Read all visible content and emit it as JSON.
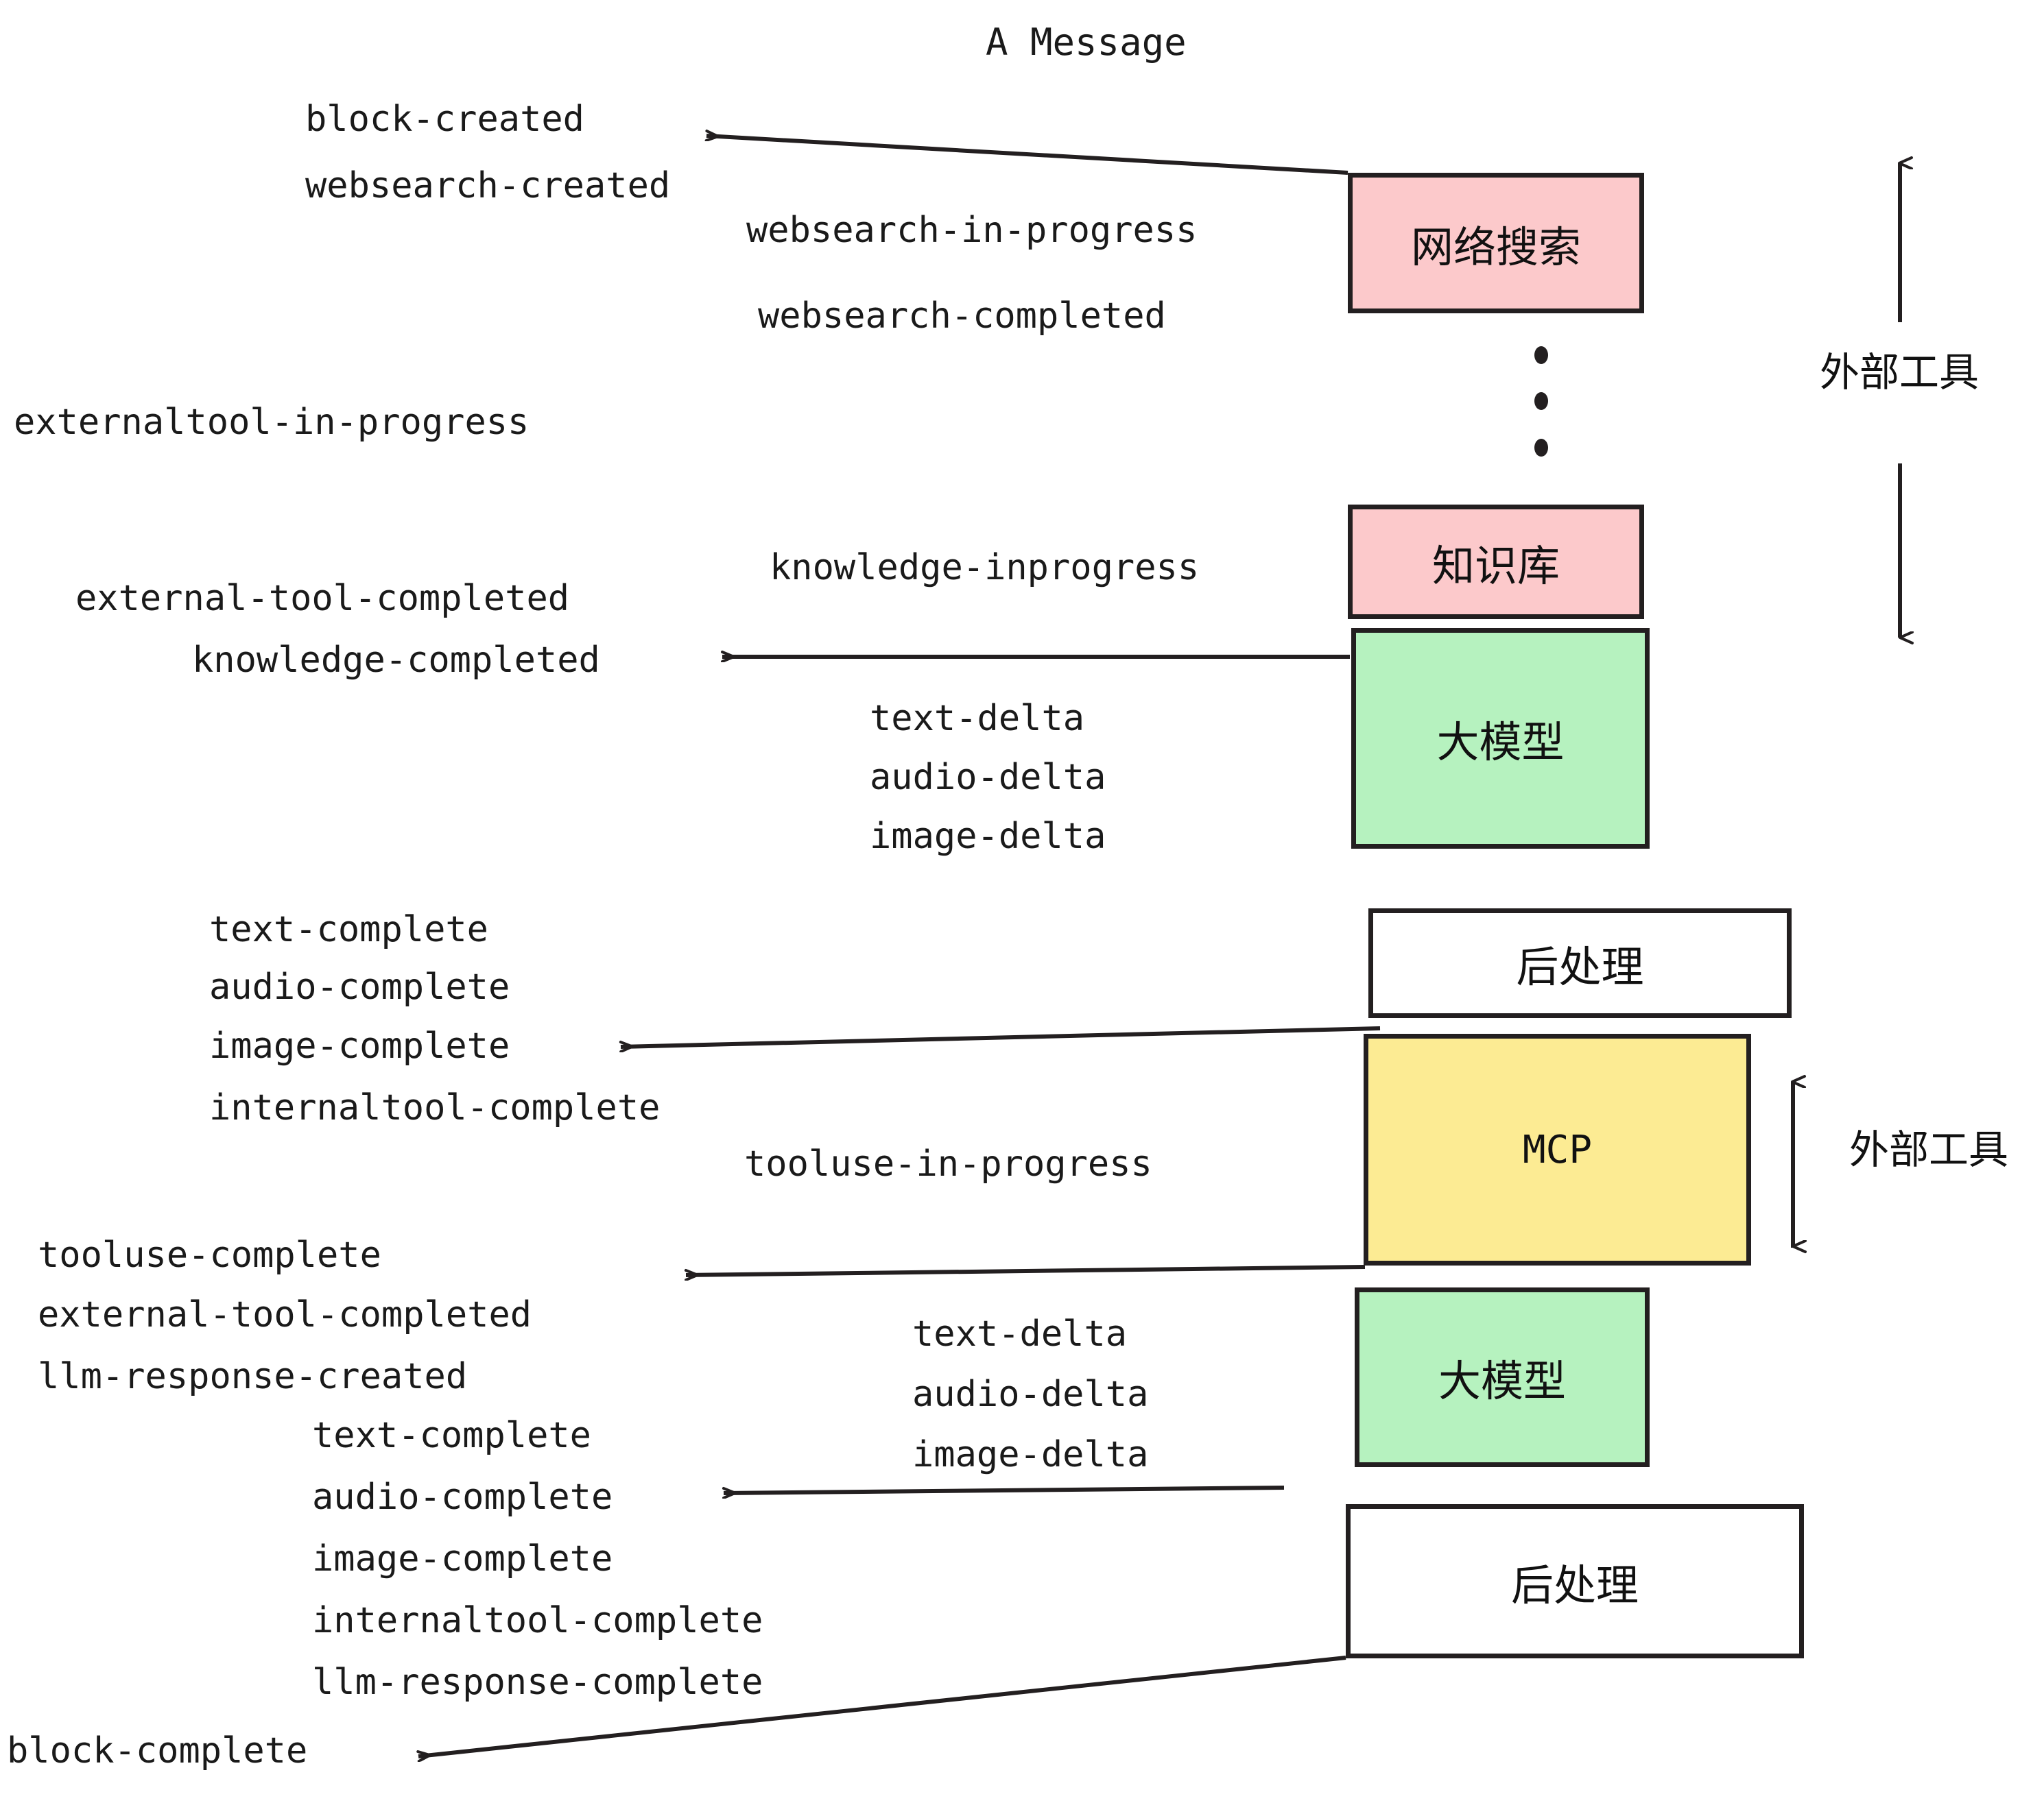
{
  "title": "A Message",
  "colors": {
    "pink": "#fcc9cb",
    "green": "#b6f2bf",
    "yellow": "#fceb93",
    "white": "#ffffff",
    "stroke": "#231f20"
  },
  "boxes": [
    {
      "name": "websearch",
      "label": "网络搜索",
      "fill": "#fcc9cb"
    },
    {
      "name": "knowledge",
      "label": "知识库",
      "fill": "#fcc9cb"
    },
    {
      "name": "llm-1",
      "label": "大模型",
      "fill": "#b6f2bf"
    },
    {
      "name": "postprocess-1",
      "label": "后处理",
      "fill": "#ffffff"
    },
    {
      "name": "mcp",
      "label": "MCP",
      "fill": "#fceb93"
    },
    {
      "name": "llm-2",
      "label": "大模型",
      "fill": "#b6f2bf"
    },
    {
      "name": "postprocess-2",
      "label": "后处理",
      "fill": "#ffffff"
    }
  ],
  "side_labels": [
    {
      "name": "external-tool-upper",
      "text": "外部工具"
    },
    {
      "name": "external-tool-lower",
      "text": "外部工具"
    }
  ],
  "events": {
    "block_created": "block-created",
    "websearch_created": "websearch-created",
    "websearch_in_progress": "websearch-in-progress",
    "websearch_completed": "websearch-completed",
    "externaltool_in_progress": "externaltool-in-progress",
    "knowledge_inprogress": "knowledge-inprogress",
    "external_tool_completed_1": "external-tool-completed",
    "knowledge_completed": "knowledge-completed",
    "text_delta_1": "text-delta",
    "audio_delta_1": "audio-delta",
    "image_delta_1": "image-delta",
    "text_complete_1": "text-complete",
    "audio_complete_1": "audio-complete",
    "image_complete_1": "image-complete",
    "internaltool_complete_1": "internaltool-complete",
    "tooluse_in_progress": "tooluse-in-progress",
    "tooluse_complete": "tooluse-complete",
    "external_tool_completed_2": "external-tool-completed",
    "llm_response_created": "llm-response-created",
    "text_delta_2": "text-delta",
    "audio_delta_2": "audio-delta",
    "image_delta_2": "image-delta",
    "text_complete_2": "text-complete",
    "audio_complete_2": "audio-complete",
    "image_complete_2": "image-complete",
    "internaltool_complete_2": "internaltool-complete",
    "llm_response_complete": "llm-response-complete",
    "block_complete": "block-complete"
  }
}
